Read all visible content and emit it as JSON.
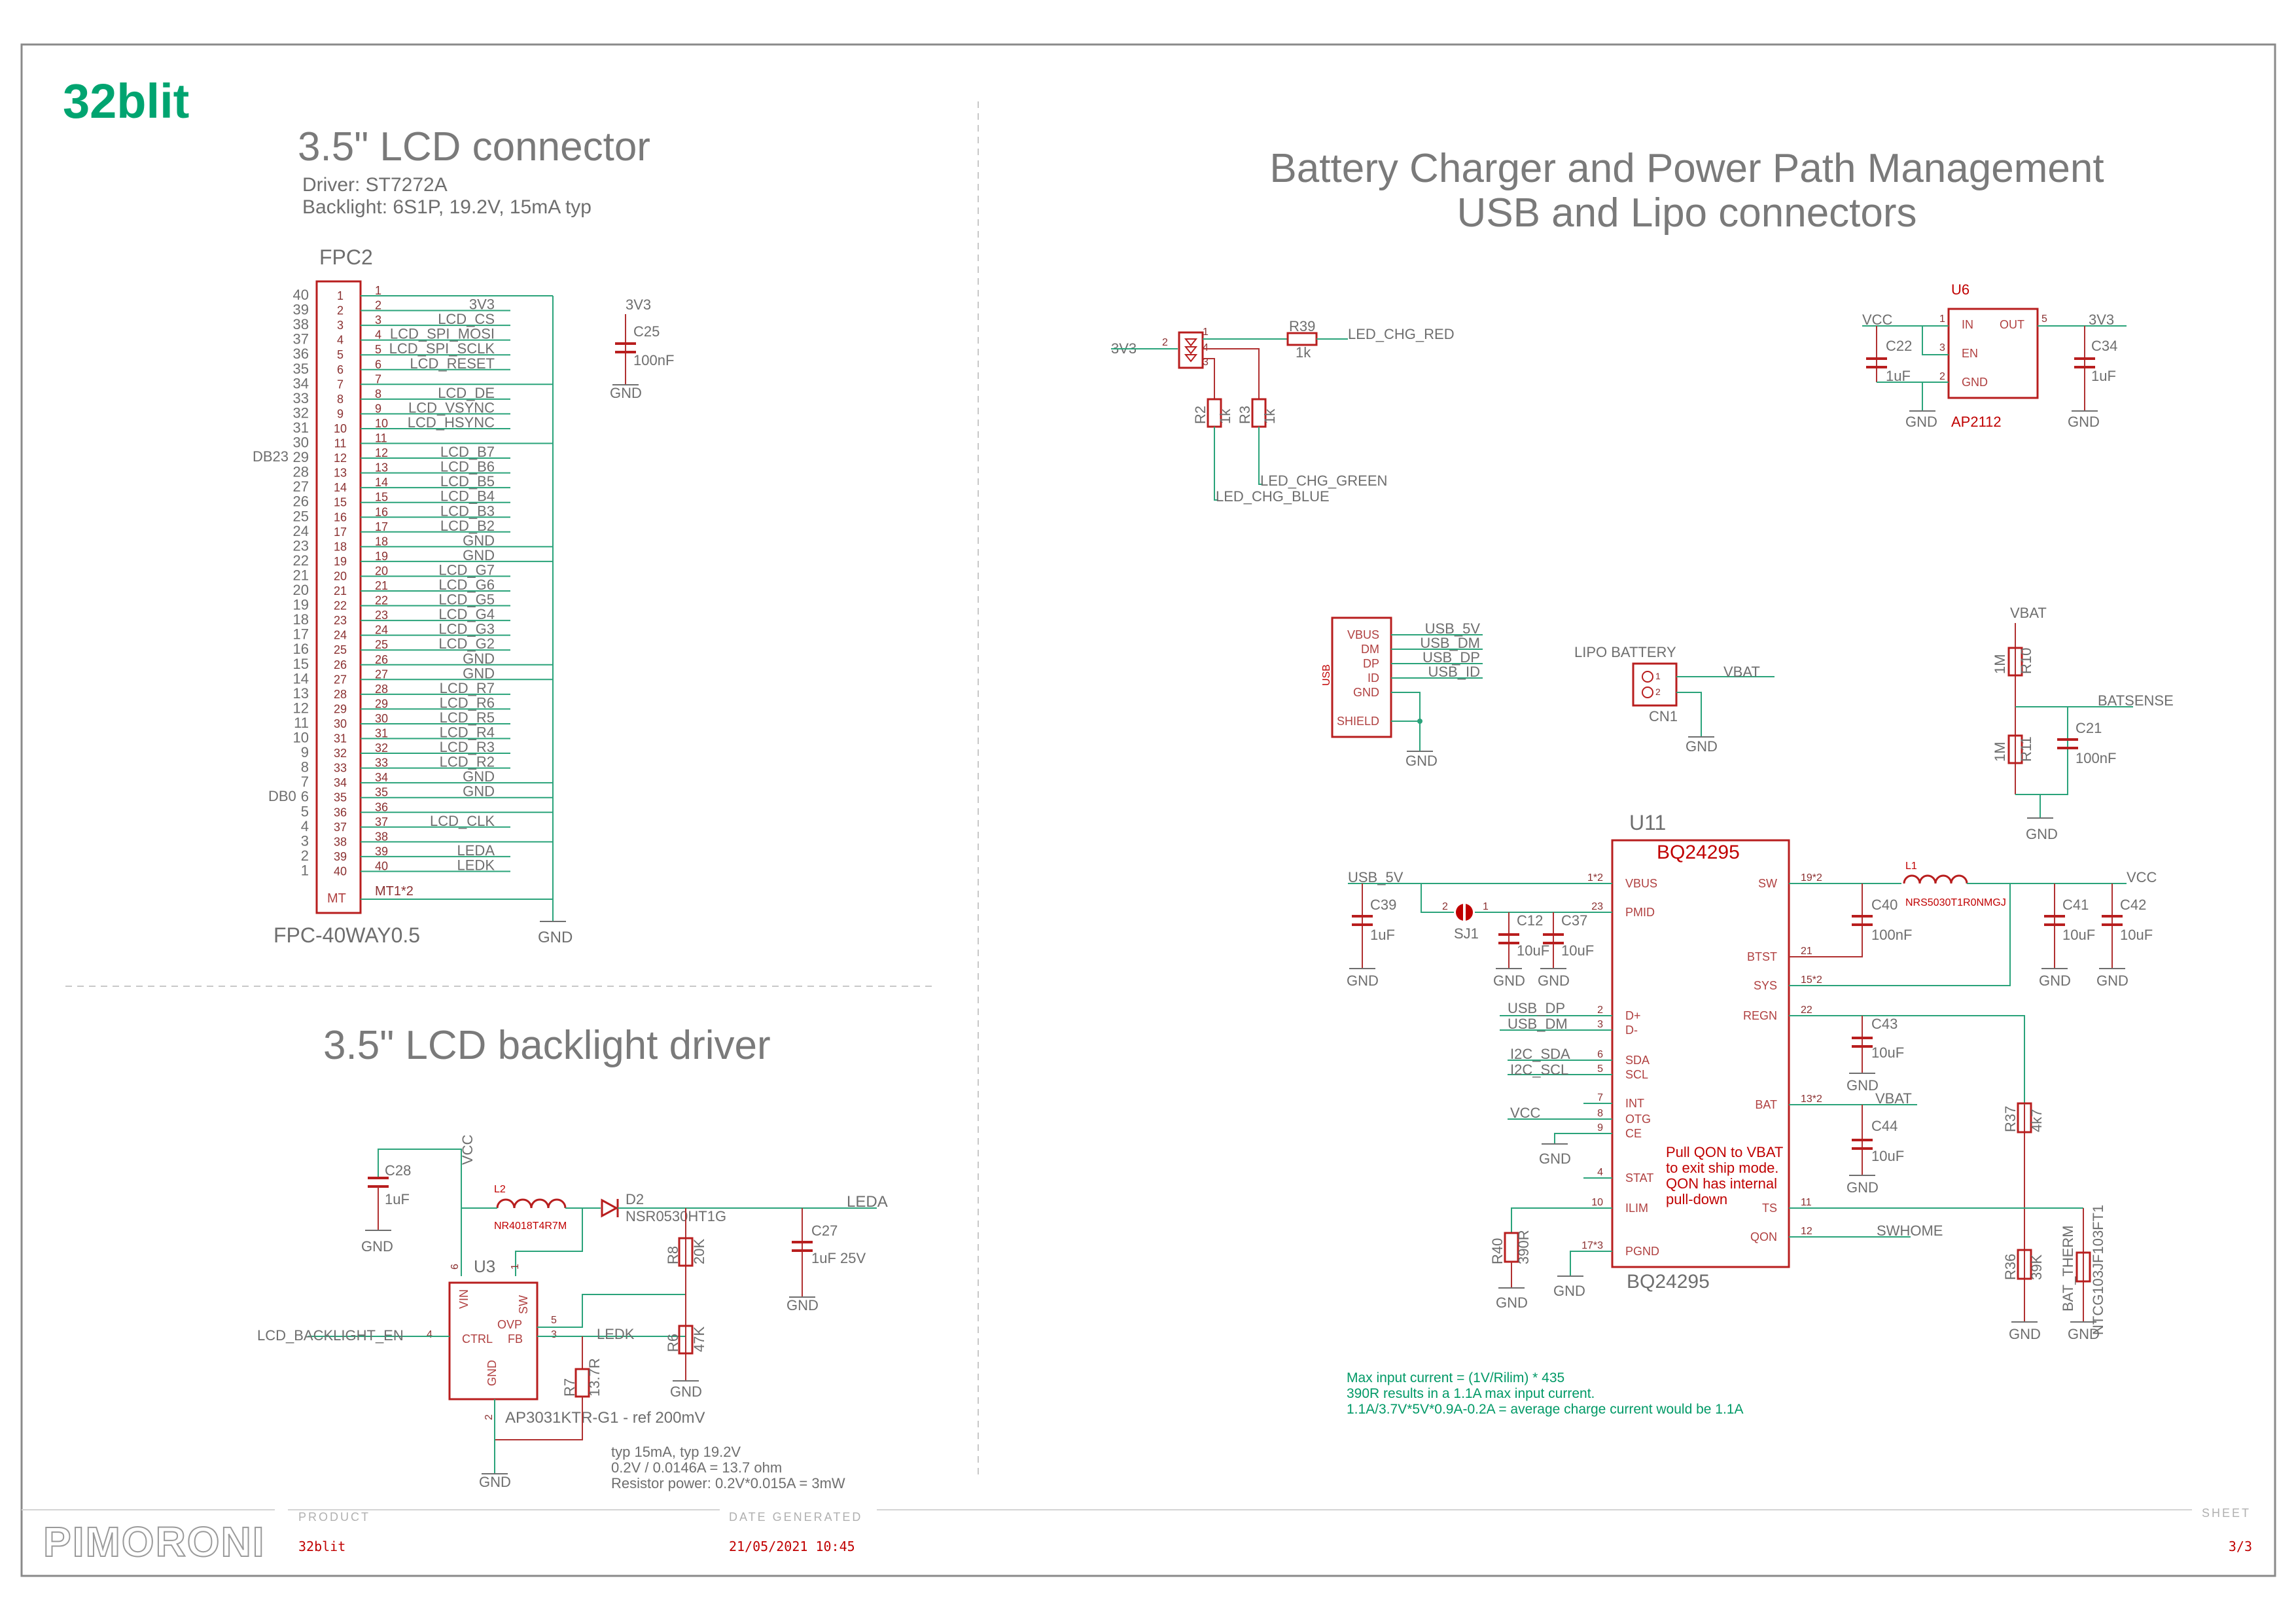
{
  "logo_text": "32blit",
  "sections": {
    "lcd_connector": {
      "title": "3.5\" LCD connector",
      "driver": "Driver: ST7272A",
      "backlight": "Backlight: 6S1P, 19.2V, 15mA typ",
      "ref": "FPC2",
      "package": "FPC-40WAY0.5"
    },
    "backlight_driver": {
      "title": "3.5\" LCD backlight driver"
    },
    "charger": {
      "title_line1": "Battery Charger and Power Path Management",
      "title_line2": "USB and Lipo connectors"
    }
  },
  "fpc": {
    "left_numbers": [
      "40",
      "39",
      "38",
      "37",
      "36",
      "35",
      "34",
      "33",
      "32",
      "31",
      "30",
      "29",
      "28",
      "27",
      "26",
      "25",
      "24",
      "23",
      "22",
      "21",
      "20",
      "19",
      "18",
      "17",
      "16",
      "15",
      "14",
      "13",
      "12",
      "11",
      "10",
      "9",
      "8",
      "7",
      "6",
      "5",
      "4",
      "3",
      "2",
      "1"
    ],
    "left_labels": {
      "db23": "DB23",
      "db0": "DB0"
    },
    "pins": [
      "1",
      "2",
      "3",
      "4",
      "5",
      "6",
      "7",
      "8",
      "9",
      "10",
      "11",
      "12",
      "13",
      "14",
      "15",
      "16",
      "17",
      "18",
      "19",
      "20",
      "21",
      "22",
      "23",
      "24",
      "25",
      "26",
      "27",
      "28",
      "29",
      "30",
      "31",
      "32",
      "33",
      "34",
      "35",
      "36",
      "37",
      "38",
      "39",
      "40"
    ],
    "nets": [
      "",
      "3V3",
      "LCD_CS",
      "LCD_SPI_MOSI",
      "LCD_SPI_SCLK",
      "LCD_RESET",
      "",
      "LCD_DE",
      "LCD_VSYNC",
      "LCD_HSYNC",
      "",
      "LCD_B7",
      "LCD_B6",
      "LCD_B5",
      "LCD_B4",
      "LCD_B3",
      "LCD_B2",
      "GND",
      "GND",
      "LCD_G7",
      "LCD_G6",
      "LCD_G5",
      "LCD_G4",
      "LCD_G3",
      "LCD_G2",
      "GND",
      "GND",
      "LCD_R7",
      "LCD_R6",
      "LCD_R5",
      "LCD_R4",
      "LCD_R3",
      "LCD_R2",
      "GND",
      "GND",
      "",
      "LCD_CLK",
      "",
      "LEDA",
      "LEDK"
    ],
    "mt_label": "MT",
    "mt_pin": "MT1*2",
    "gnd": "GND"
  },
  "c25": {
    "net": "3V3",
    "ref": "C25",
    "value": "100nF",
    "gnd": "GND"
  },
  "backlight": {
    "vcc": "VCC",
    "c28_ref": "C28",
    "c28_value": "1uF",
    "gnd": "GND",
    "l2_ref": "L2",
    "l2_value": "NR4018T4R7M",
    "d2_ref": "D2",
    "d2_value": "NSR0530HT1G",
    "leda": "LEDA",
    "c27_ref": "C27",
    "c27_value": "1uF 25V",
    "u3_ref": "U3",
    "u3_pins": {
      "vin": "VIN",
      "sw": "SW",
      "ovp": "OVP",
      "ctrl": "CTRL",
      "fb": "FB",
      "gnd": "GND"
    },
    "u3_pin_numbers": {
      "vin": "6",
      "sw": "1",
      "ovp": "5",
      "fb": "3",
      "ctrl": "4",
      "gnd": "2"
    },
    "u3_value": "AP3031KTR-G1 - ref 200mV",
    "enable_net": "LCD_BACKLIGHT_EN",
    "ledk": "LEDK",
    "r8_ref": "R8",
    "r8_value": "20K",
    "r6_ref": "R6",
    "r6_value": "47K",
    "r7_ref": "R7",
    "r7_value": "13.7R",
    "notes": [
      "typ 15mA, typ 19.2V",
      "0.2V / 0.0146A = 13.7 ohm",
      "Resistor power: 0.2V*0.015A = 3mW"
    ]
  },
  "led": {
    "net_3v3": "3V3",
    "pins": [
      "2",
      "1",
      "4",
      "3"
    ],
    "r39_ref": "R39",
    "r39_value": "1k",
    "red": "LED_CHG_RED",
    "r2_ref": "R2",
    "r2_value": "1k",
    "r3_ref": "R3",
    "r3_value": "1k",
    "green": "LED_CHG_GREEN",
    "blue": "LED_CHG_BLUE"
  },
  "ldo": {
    "ref": "U6",
    "value": "AP2112",
    "vcc": "VCC",
    "v3v3": "3V3",
    "pins": {
      "in": "IN",
      "out": "OUT",
      "en": "EN",
      "gnd": "GND"
    },
    "pin_numbers": {
      "in": "1",
      "en": "3",
      "gnd": "2",
      "out": "5"
    },
    "c22_ref": "C22",
    "c22_value": "1uF",
    "c34_ref": "C34",
    "c34_value": "1uF",
    "gnd": "GND"
  },
  "usb": {
    "label": "USB",
    "pins": [
      "VBUS",
      "DM",
      "DP",
      "ID",
      "GND",
      "SHIELD"
    ],
    "nets": [
      "USB_5V",
      "USB_DM",
      "USB_DP",
      "USB_ID"
    ],
    "gnd": "GND"
  },
  "lipo": {
    "label": "LIPO BATTERY",
    "ref": "CN1",
    "net": "VBAT",
    "gnd": "GND",
    "pins": [
      "1",
      "2"
    ]
  },
  "vbat_div": {
    "vbat": "VBAT",
    "r10_ref": "R10",
    "r10_value": "1M",
    "r11_ref": "R11",
    "r11_value": "1M",
    "batsense": "BATSENSE",
    "c21_ref": "C21",
    "c21_value": "100nF",
    "gnd": "GND"
  },
  "charger": {
    "ref": "U11",
    "part": "BQ24295",
    "value": "BQ24295",
    "left_pins": [
      {
        "name": "VBUS",
        "num": "1*2",
        "net": "USB_5V"
      },
      {
        "name": "PMID",
        "num": "23",
        "net": ""
      },
      {
        "name": "D+",
        "num": "2",
        "net": "USB_DP"
      },
      {
        "name": "D-",
        "num": "3",
        "net": "USB_DM"
      },
      {
        "name": "SDA",
        "num": "6",
        "net": "I2C_SDA"
      },
      {
        "name": "SCL",
        "num": "5",
        "net": "I2C_SCL"
      },
      {
        "name": "INT",
        "num": "7",
        "net": ""
      },
      {
        "name": "OTG",
        "num": "8",
        "net": "VCC"
      },
      {
        "name": "CE",
        "num": "9",
        "net": ""
      },
      {
        "name": "STAT",
        "num": "4",
        "net": ""
      },
      {
        "name": "ILIM",
        "num": "10",
        "net": ""
      },
      {
        "name": "PGND",
        "num": "17*3",
        "net": ""
      }
    ],
    "right_pins": [
      {
        "name": "SW",
        "num": "19*2"
      },
      {
        "name": "BTST",
        "num": "21"
      },
      {
        "name": "SYS",
        "num": "15*2"
      },
      {
        "name": "REGN",
        "num": "22"
      },
      {
        "name": "BAT",
        "num": "13*2"
      },
      {
        "name": "TS",
        "num": "11"
      },
      {
        "name": "QON",
        "num": "12"
      }
    ],
    "c39_ref": "C39",
    "c39_value": "1uF",
    "sj1_ref": "SJ1",
    "sj1_pins": [
      "2",
      "1"
    ],
    "c12_ref": "C12",
    "c12_value": "10uF",
    "c37_ref": "C37",
    "c37_value": "10uF",
    "l1_ref": "L1",
    "l1_value": "NRS5030T1R0NMGJ",
    "c40_ref": "C40",
    "c40_value": "100nF",
    "c41_ref": "C41",
    "c41_value": "10uF",
    "c42_ref": "C42",
    "c42_value": "10uF",
    "vcc": "VCC",
    "c43_ref": "C43",
    "c43_value": "10uF",
    "vbat": "VBAT",
    "c44_ref": "C44",
    "c44_value": "10uF",
    "r37_ref": "R37",
    "r37_value": "4k7",
    "r36_ref": "R36",
    "r36_value": "39K",
    "therm_label": "BAT_THERM",
    "therm_part": "NTCG103JF103FT1",
    "swhome": "SWHOME",
    "r40_ref": "R40",
    "r40_value": "390R",
    "gnd": "GND",
    "qon_note": [
      "Pull QON to VBAT",
      "to exit ship mode.",
      "QON has internal",
      "pull-down"
    ]
  },
  "ilim_notes": [
    "Max input current = (1V/Rilim) * 435",
    "390R results in a 1.1A max input current.",
    "1.1A/3.7V*5V*0.9A-0.2A = average charge current would be 1.1A"
  ],
  "footer": {
    "brand": "PIMORONI",
    "product_label": "PRODUCT",
    "product": "32blit",
    "date_label": "DATE GENERATED",
    "date": "21/05/2021 10:45",
    "sheet_label": "SHEET",
    "sheet": "3/3"
  }
}
